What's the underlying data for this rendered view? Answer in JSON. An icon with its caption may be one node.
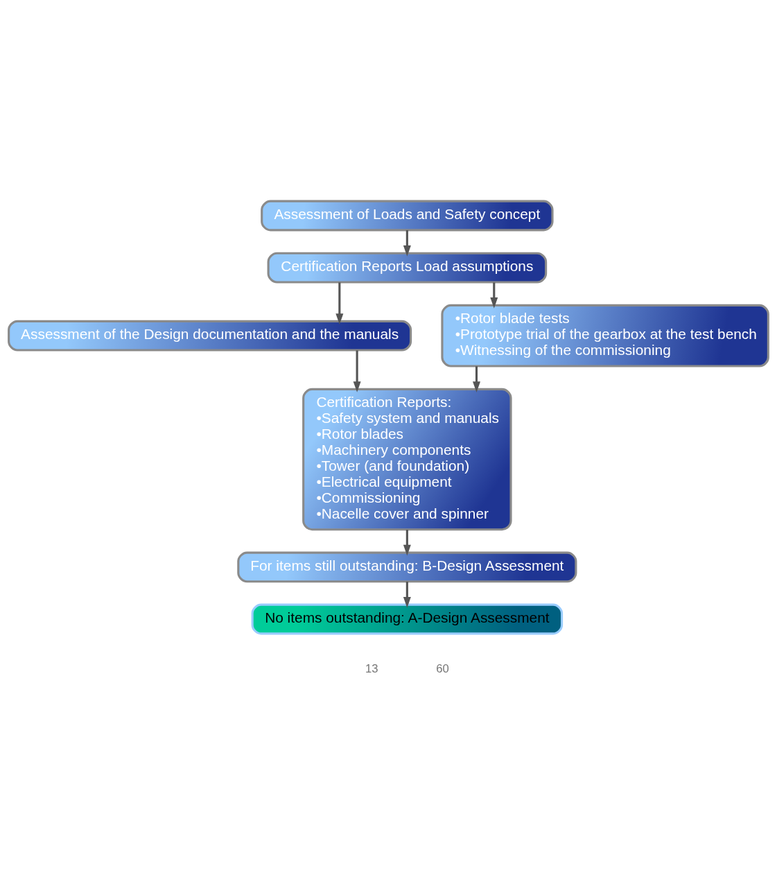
{
  "diagram": {
    "nodes": [
      {
        "text": [
          "Assessment of Loads and Safety concept"
        ]
      },
      {
        "text": [
          "Certification Reports Load assumptions"
        ]
      },
      {
        "text": [
          "Assessment of the Design documentation and the manuals"
        ]
      },
      {
        "text": [
          "•Rotor blade tests",
          "•Prototype trial of the gearbox at the test bench",
          "•Witnessing of the commissioning"
        ]
      },
      {
        "text": [
          "Certification Reports:",
          "•Safety system and manuals",
          "•Rotor blades",
          "•Machinery components",
          "•Tower (and foundation)",
          "•Electrical equipment",
          "•Commissioning",
          "•Nacelle cover and spinner"
        ]
      },
      {
        "text": [
          "For items still outstanding: B-Design Assessment"
        ]
      },
      {
        "text": [
          "No items outstanding: A-Design Assessment"
        ]
      }
    ],
    "edges": [
      {
        "from": 0,
        "to": 1,
        "arrow": "to"
      },
      {
        "from": 1,
        "to": 2,
        "arrow": "to"
      },
      {
        "from": 1,
        "to": 3,
        "arrow": "to"
      },
      {
        "from": 2,
        "to": 4,
        "arrow": "to"
      },
      {
        "from": 3,
        "to": 4,
        "arrow": "to"
      },
      {
        "from": 4,
        "to": 5,
        "arrow": "to"
      },
      {
        "from": 5,
        "to": 6,
        "arrow": "to"
      }
    ],
    "labels": [
      "13",
      "60"
    ]
  }
}
